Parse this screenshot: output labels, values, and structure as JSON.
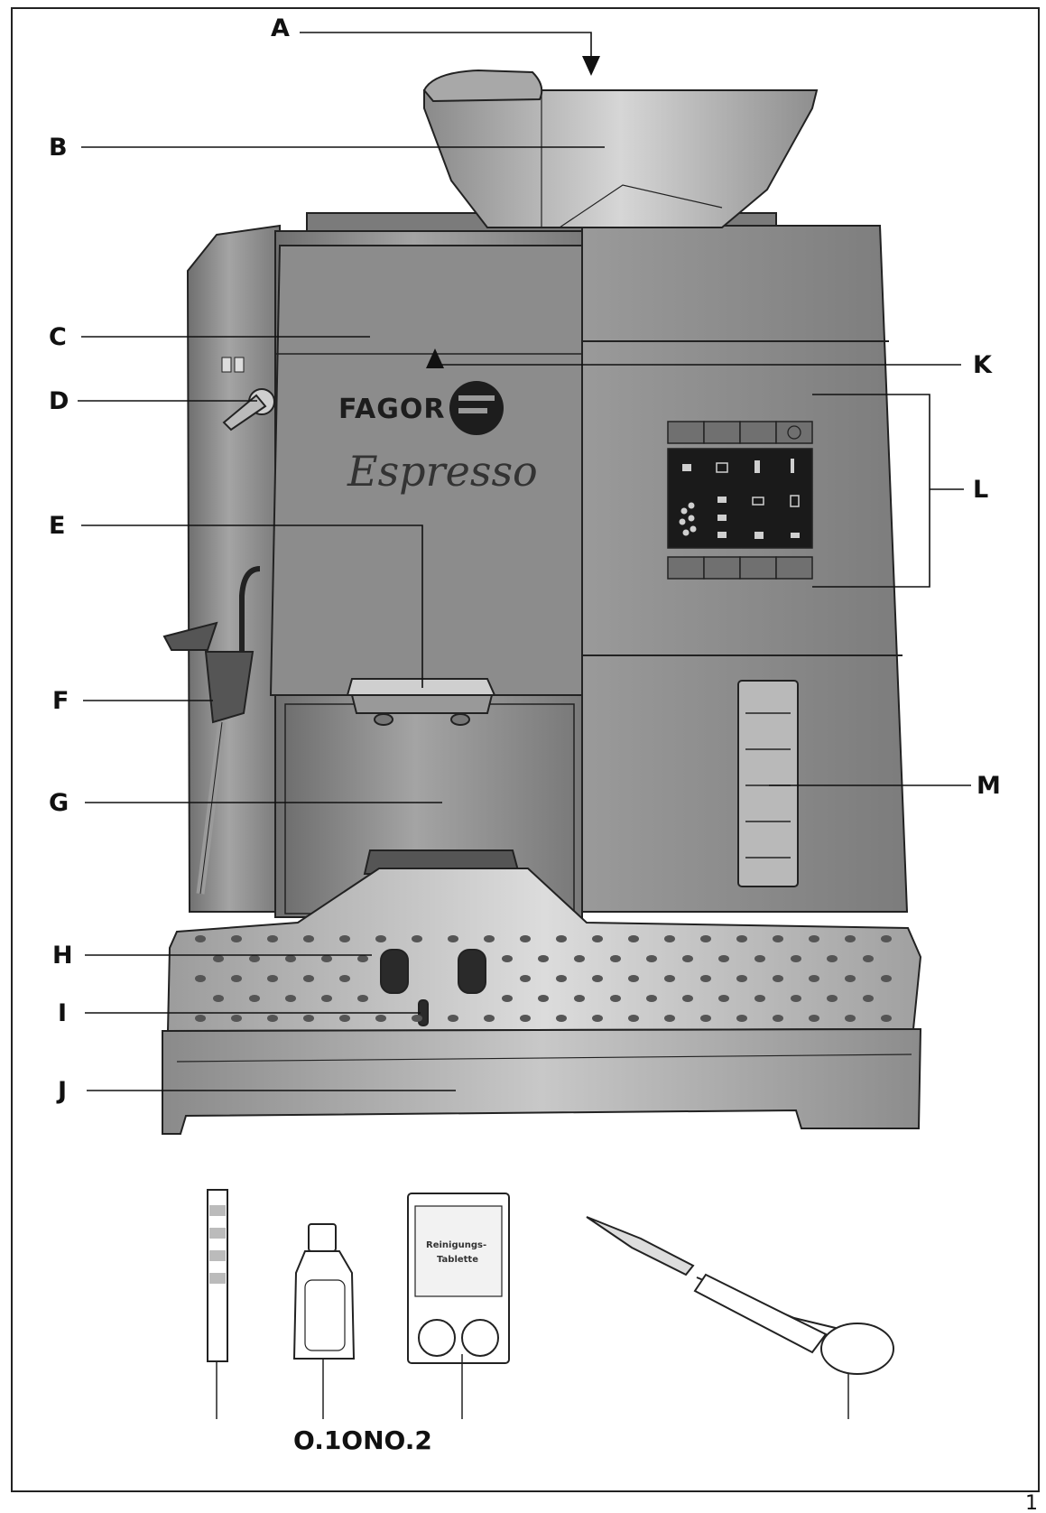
{
  "brand": {
    "name": "FAGOR",
    "product": "Espresso"
  },
  "callouts": [
    "A",
    "B",
    "C",
    "D",
    "E",
    "F",
    "G",
    "H",
    "I",
    "J",
    "K",
    "L",
    "M"
  ],
  "accessories": {
    "caption": "O.1ONO.2",
    "tablet_label_line1": "Reinigungs-",
    "tablet_label_line2": "Tablette"
  },
  "page_number": "1",
  "colors": {
    "body": "#8f8f8f",
    "body_dark": "#6e6e6e",
    "panel": "#1a1a1a",
    "outline": "#222222"
  }
}
